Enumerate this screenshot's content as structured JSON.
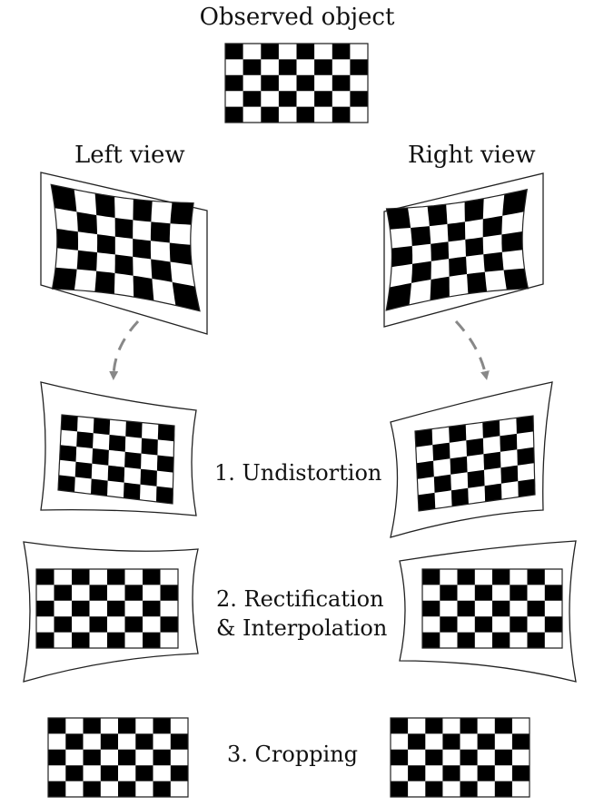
{
  "title": "Observed object",
  "left_view": "Left view",
  "right_view": "Right view",
  "steps": {
    "undistortion": "1. Undistortion",
    "rectification_line1": "2. Rectification",
    "rectification_line2": "& Interpolation",
    "cropping": "3. Cropping"
  },
  "colors": {
    "square": "#000000",
    "outline": "#222222",
    "arrow": "#888888",
    "text": "#111111"
  }
}
